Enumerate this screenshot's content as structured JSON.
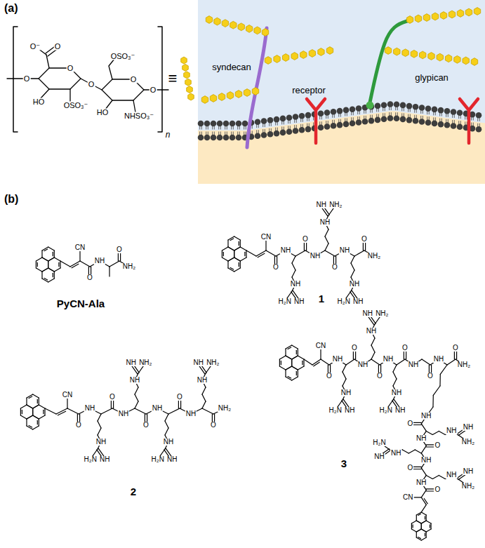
{
  "diagram": {
    "nodes": [
      {
        "text": [
          "syndecan",
          "glypican",
          "receptor"
        ]
      }
    ],
    "labels": [
      "(a)",
      "O",
      "O⁻",
      "O",
      "O",
      "HO",
      "OSO₃⁻",
      "O",
      "OSO₃⁻",
      "O",
      "HO",
      "NHSO₃⁻",
      "O",
      "n",
      "≡",
      "(b)",
      "CN",
      "O",
      "NH",
      "O",
      "NH₂",
      "CN",
      "O",
      "NH",
      "NH",
      "NH",
      "H₂N",
      "O",
      "NH",
      "NH",
      "NH",
      "NH₂",
      "O",
      "NH",
      "NH",
      "NH",
      "H₂N",
      "O",
      "NH₂",
      "CN",
      "O",
      "NH",
      "NH",
      "NH",
      "H₂N",
      "O",
      "NH",
      "NH",
      "NH",
      "NH₂",
      "O",
      "NH",
      "NH",
      "NH",
      "H₂N",
      "O",
      "NH",
      "NH",
      "NH",
      "NH₂",
      "O",
      "NH₂",
      "CN",
      "O",
      "NH",
      "NH",
      "NH",
      "H₂N",
      "O",
      "NH",
      "NH",
      "NH",
      "NH₂",
      "O",
      "NH",
      "NH",
      "NH",
      "H₂N",
      "O",
      "NH",
      "O",
      "NH",
      "O",
      "NH₂",
      "NH",
      "O",
      "NH",
      "NH",
      "NH₂",
      "NH",
      "O",
      "NH",
      "NH",
      "H₂N",
      "NH",
      "O",
      "NH",
      "NH",
      "NH₂",
      "NH",
      "O",
      "CN",
      "PyCN-Ala",
      "1",
      "2",
      "3"
    ]
  }
}
